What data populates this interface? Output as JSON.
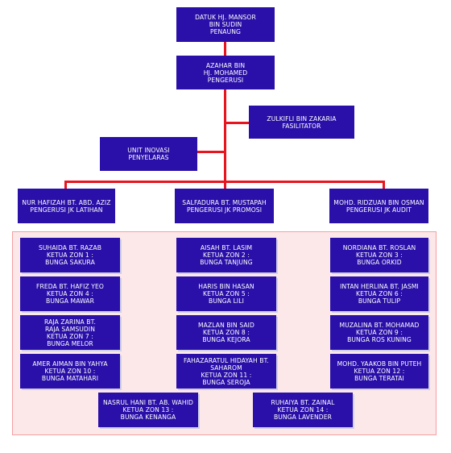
{
  "nodes": {
    "patron": "DATUK HJ. MANSOR\nBIN SUDIN\nPENAUNG",
    "chairman": "AZAHAR BIN\nHJ. MOHAMED\nPENGERUSI",
    "facilitator": "ZULKIFLI BIN ZAKARIA\nFASILITATOR",
    "coordinator": "UNIT INOVASI\nPENYELARAS",
    "committee_latihan": "NUR HAFIZAH BT. ABD. AZIZ\nPENGERUSI JK LATIHAN",
    "committee_promosi": "SALFADURA BT. MUSTAPAH\nPENGERUSI JK PROMOSI",
    "committee_audit": "MOHD. RIDZUAN BIN OSMAN\nPENGERUSI JK AUDIT"
  },
  "zones": [
    "SUHAIDA BT. RAZAB\nKETUA ZON 1 :\nBUNGA SAKURA",
    "AISAH BT. LASIM\nKETUA ZON 2 :\nBUNGA TANJUNG",
    "NORDIANA BT. ROSLAN\nKETUA ZON 3 :\nBUNGA ORKID",
    "FREDA BT. HAFIZ YEO\nKETUA ZON 4 :\nBUNGA MAWAR",
    "HARIS BIN HASAN\nKETUA ZON 5 :\nBUNGA LILI",
    "INTAN HERLINA BT. JASMI\nKETUA ZON 6 :\nBUNGA TULIP",
    "RAJA ZARINA BT.\nRAJA SAMSUDIN\nKETUA ZON 7 :\nBUNGA MELOR",
    "MAZLAN BIN SAID\nKETUA ZON 8 :\nBUNGA KEJORA",
    "MUZALINA BT. MOHAMAD\nKETUA ZON 9 :\nBUNGA ROS KUNING",
    "AMER AIMAN BIN YAHYA\nKETUA ZON 10 :\nBUNGA MATAHARI",
    "FAHAZARATUL HIDAYAH BT.\nSAHAROM\nKETUA ZON 11 :\nBUNGA SEROJA",
    "MOHD. YAAKOB BIN PUTEH\nKETUA ZON 12 :\nBUNGA TERATAI",
    "NASRUL HANI BT. AB. WAHID\nKETUA ZON 13 :\nBUNGA KENANGA",
    "RUHAIYA BT. ZAINAL\nKETUA ZON 14 :\nBUNGA LAVENDER"
  ],
  "colors": {
    "box": "#2a10a8",
    "connector": "#e8141e",
    "panel": "#fce8e8"
  }
}
